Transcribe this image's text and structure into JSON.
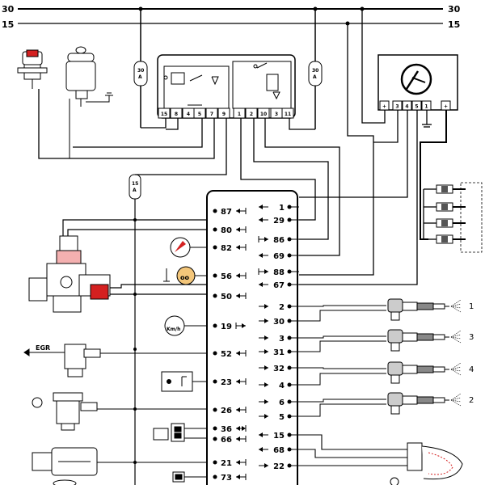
{
  "rails": {
    "top": "30",
    "second": "15"
  },
  "fuses": {
    "left": "30 A",
    "right": "30 A",
    "ecu": "15 A"
  },
  "relay_pins": [
    "15",
    "8",
    "4",
    "5",
    "7",
    "9",
    "1",
    "2",
    "10",
    "3",
    "11"
  ],
  "glow_module_pins": [
    "+",
    "3",
    "4",
    "5",
    "1",
    "+"
  ],
  "ecu_left_pins": [
    "87",
    "80",
    "82",
    "56",
    "50",
    "19",
    "52",
    "23",
    "26",
    "36",
    "66",
    "21",
    "73"
  ],
  "ecu_right_pins": [
    "1",
    "29",
    "86",
    "69",
    "88",
    "67",
    "2",
    "30",
    "3",
    "31",
    "32",
    "4",
    "6",
    "5",
    "15",
    "68",
    "22"
  ],
  "egr_label": "EGR",
  "speedo_label": "Km/h",
  "injector_labels": [
    "1",
    "3",
    "4",
    "2"
  ]
}
